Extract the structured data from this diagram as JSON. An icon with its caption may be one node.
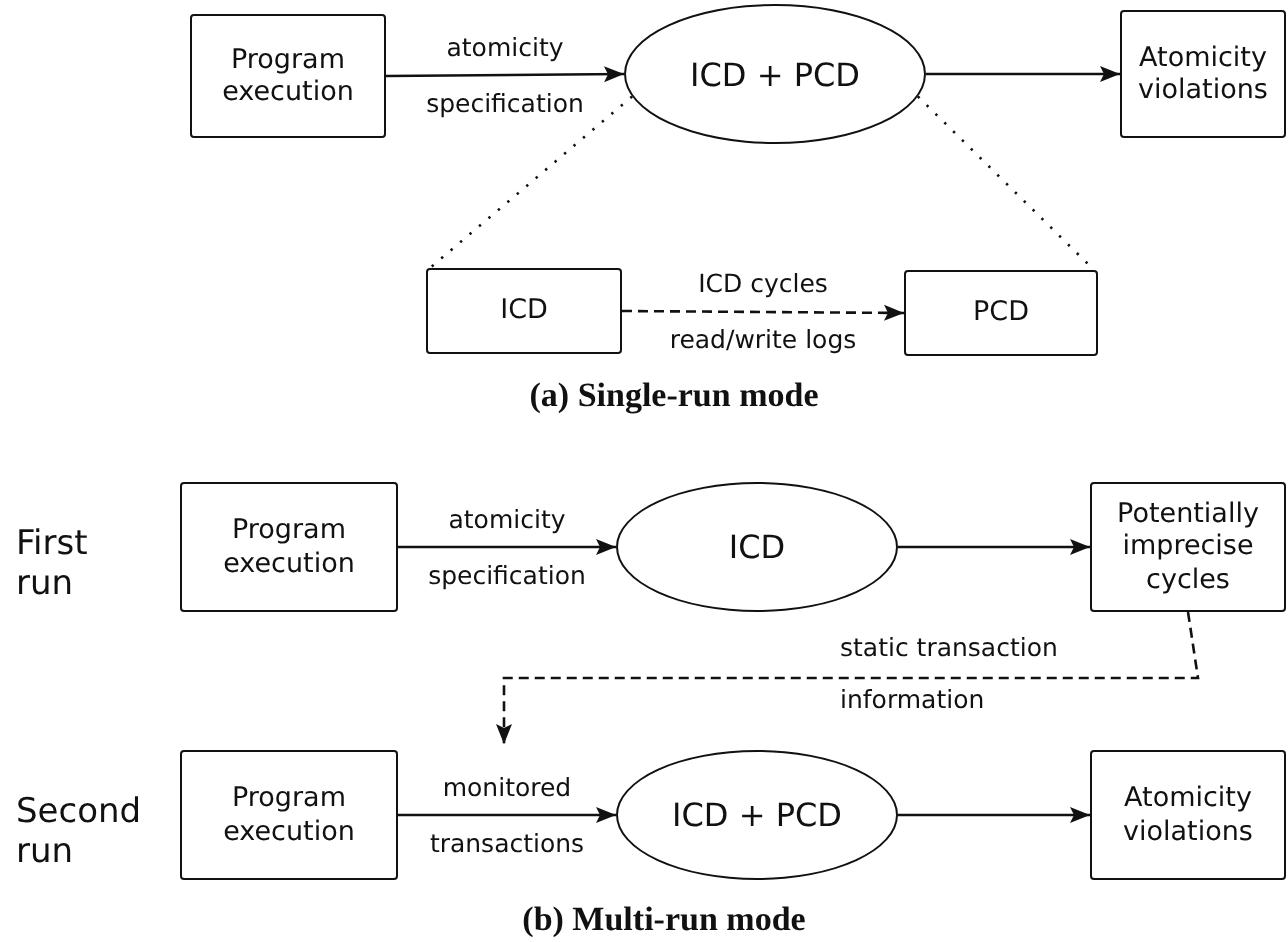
{
  "diagram": {
    "nodes": [
      {
        "text": [
          "Program execution"
        ]
      },
      {
        "text": [
          "ICD + PCD"
        ]
      },
      {
        "text": [
          "Atomicity violations"
        ]
      },
      {
        "text": [
          "ICD"
        ]
      },
      {
        "text": [
          "PCD"
        ]
      },
      {
        "text": [
          "Program execution"
        ]
      },
      {
        "text": [
          "ICD"
        ]
      },
      {
        "text": [
          "Potentially imprecise cycles"
        ]
      },
      {
        "text": [
          "Program execution"
        ]
      },
      {
        "text": [
          "ICD + PCD"
        ]
      },
      {
        "text": [
          "Atomicity violations"
        ]
      }
    ],
    "edges": [
      {
        "from": 0,
        "to": 1,
        "arrow": "to",
        "label": "atomicity specification"
      },
      {
        "from": 1,
        "to": 2,
        "arrow": "to"
      },
      {
        "from": 1,
        "to": 3,
        "arrow": "none",
        "style": "dashed"
      },
      {
        "from": 1,
        "to": 4,
        "arrow": "none",
        "style": "dashed"
      },
      {
        "from": 3,
        "to": 4,
        "arrow": "to",
        "style": "dashed",
        "label": "ICD cycles read/write logs"
      },
      {
        "from": 5,
        "to": 6,
        "arrow": "to",
        "label": "atomicity specification"
      },
      {
        "from": 6,
        "to": 7,
        "arrow": "to"
      },
      {
        "from": 7,
        "to": null,
        "arrow": "to",
        "style": "dashed",
        "label": "static transaction information"
      },
      {
        "from": 8,
        "to": 9,
        "arrow": "to",
        "label": "monitored transactions"
      },
      {
        "from": 9,
        "to": 10,
        "arrow": "to"
      }
    ],
    "labels": [
      "(a) Single-run mode",
      "First run",
      "Second run",
      "(b) Multi-run mode"
    ]
  }
}
